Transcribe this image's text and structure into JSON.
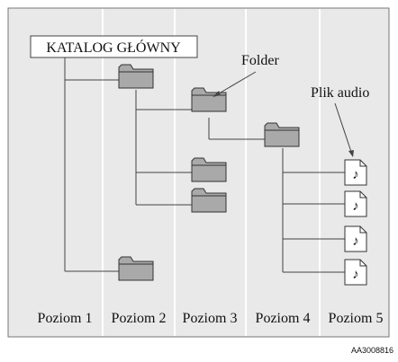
{
  "diagram": {
    "root_label": "KATALOG GŁÓWNY",
    "folder_label": "Folder",
    "file_label": "Plik audio",
    "levels": [
      "Poziom 1",
      "Poziom 2",
      "Poziom 3",
      "Poziom 4",
      "Poziom 5"
    ],
    "reference_code": "AA3008816",
    "music_note_glyph": "♪",
    "colors": {
      "panel_background": "#e9e9e9",
      "folder_fill": "#a9a9a9",
      "line": "#444444",
      "border": "#777777"
    }
  }
}
